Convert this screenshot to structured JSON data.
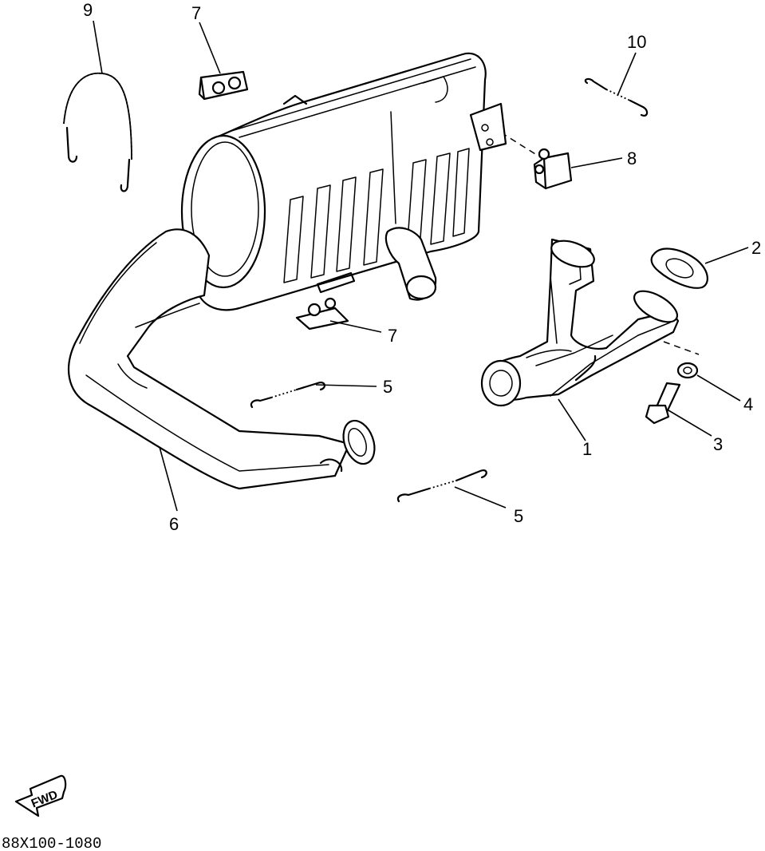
{
  "diagram": {
    "callouts": {
      "c1": "1",
      "c2": "2",
      "c3": "3",
      "c4": "4",
      "c5a": "5",
      "c5b": "5",
      "c6": "6",
      "c7a": "7",
      "c7b": "7",
      "c8": "8",
      "c9": "9",
      "c10": "10"
    },
    "fwd_label": "FWD",
    "drawing_code": "88X100-1080"
  }
}
